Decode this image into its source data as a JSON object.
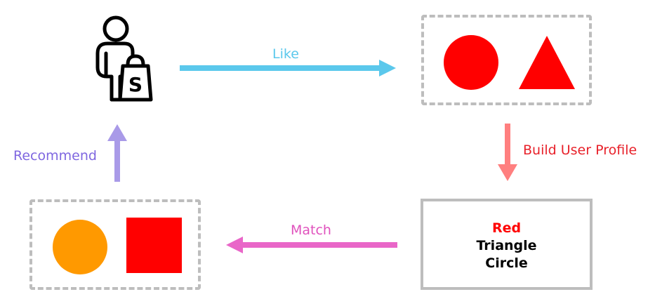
{
  "edges": {
    "like": {
      "label": "Like",
      "color": "#5bc8ec"
    },
    "build_profile": {
      "label": "Build User Profile",
      "color": "#ff7f7f",
      "label_color": "#e8212a"
    },
    "match": {
      "label": "Match",
      "color": "#e966c8",
      "label_color": "#e052bd"
    },
    "recommend": {
      "label": "Recommend",
      "color": "#a99ae8",
      "label_color": "#7f67e0"
    }
  },
  "profile": {
    "line1": "Red",
    "line1_color": "#ff0000",
    "line2": "Triangle",
    "line3": "Circle"
  },
  "liked_items": [
    {
      "shape": "circle",
      "color": "#ff0000"
    },
    {
      "shape": "triangle",
      "color": "#ff0000"
    }
  ],
  "recommended_items": [
    {
      "shape": "circle",
      "color": "#ff9900"
    },
    {
      "shape": "square",
      "color": "#ff0000"
    }
  ],
  "icons": {
    "user": "shopper-with-bag-icon"
  }
}
